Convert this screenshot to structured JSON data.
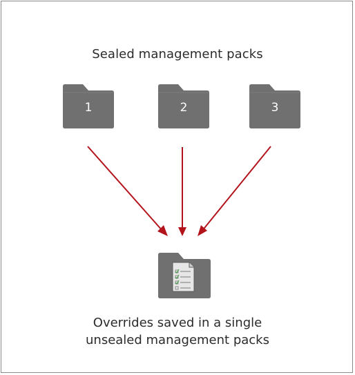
{
  "diagram": {
    "title": "Sealed management packs",
    "sources": [
      {
        "number": "1"
      },
      {
        "number": "2"
      },
      {
        "number": "3"
      }
    ],
    "caption_line1": "Overrides saved in a single",
    "caption_line2": "unsealed management packs",
    "colors": {
      "folder": "#707070",
      "arrow": "#b3141c",
      "text": "#2b2b2b",
      "document": "#e6e6e6",
      "check": "#4aa14a"
    },
    "icons": [
      "folder-icon",
      "folder-icon",
      "folder-icon",
      "folder-document-icon"
    ]
  }
}
